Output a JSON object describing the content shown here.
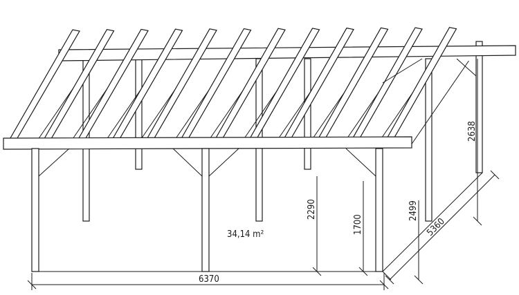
{
  "drawing": {
    "area_label": "34,14 m²",
    "dimensions": {
      "width": "6370",
      "depth": "5360",
      "rear_height": "2638",
      "front_post_height": "2290",
      "front_clear_height": "1700",
      "side_height": "2499"
    },
    "rafter_count": 12,
    "line_color": "#1a1a1a"
  }
}
